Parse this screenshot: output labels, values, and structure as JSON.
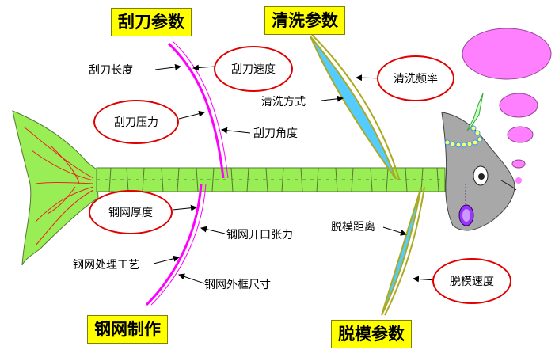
{
  "categories": {
    "squeegee": "刮刀参数",
    "cleaning": "清洗参数",
    "stencil": "钢网制作",
    "demolding": "脱模参数"
  },
  "causes": {
    "squeegee_length": "刮刀长度",
    "squeegee_speed": "刮刀速度",
    "squeegee_pressure": "刮刀压力",
    "squeegee_angle": "刮刀角度",
    "cleaning_frequency": "清洗频率",
    "cleaning_method": "清洗方式",
    "stencil_thickness": "钢网厚度",
    "stencil_aperture_tension": "钢网开口张力",
    "stencil_process": "钢网处理工艺",
    "stencil_frame_size": "钢网外框尺寸",
    "demolding_distance": "脱模距离",
    "demolding_speed": "脱模速度"
  },
  "colors": {
    "fish_body": "#99ee55",
    "fish_vein": "#ee2222",
    "fish_head": "#a8a8a8",
    "rib_squeegee": "#ff00ff",
    "rib_cleaning": "#55ccff",
    "rib_cleaning_edge": "#aaaa22",
    "oval_border": "#e00000",
    "category_box": "#ffff00",
    "bubble": "#ff80ff"
  }
}
